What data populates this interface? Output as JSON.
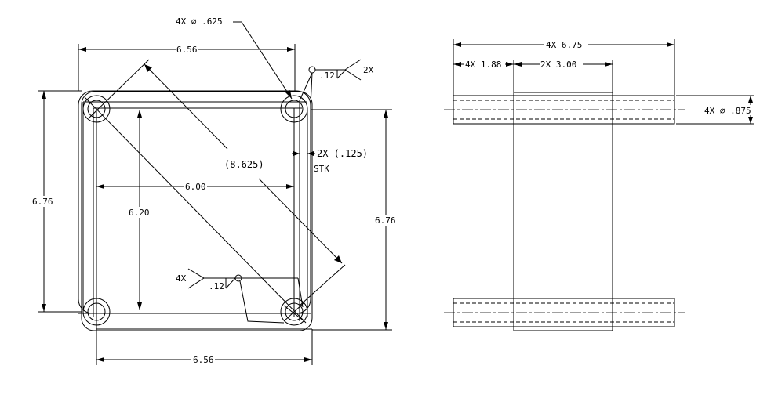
{
  "front_view": {
    "hole_callout": "4X ⌀ .625",
    "width_top": "6.56",
    "height_left": "6.76",
    "diagonal": "(8.625)",
    "inner_height": "6.20",
    "inner_width": "6.00",
    "height_right": "6.76",
    "width_bottom": "6.56",
    "weld_top_size": ".12",
    "weld_top_qty": "2X",
    "weld_bottom_size": ".12",
    "weld_bottom_qty": "4X",
    "stock_thickness": "2X (.125)",
    "stock_label": "STK"
  },
  "side_view": {
    "overall_length": "4X 6.75",
    "offset": "4X 1.88",
    "plate_width": "2X 3.00",
    "bar_diameter": "4X ⌀ .875"
  }
}
